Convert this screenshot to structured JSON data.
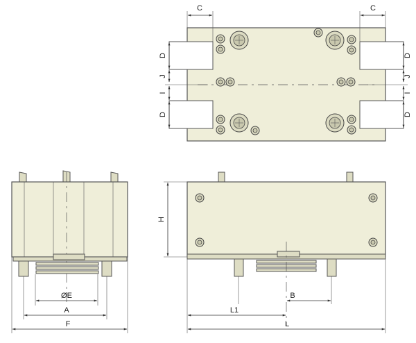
{
  "labels": {
    "c_top_left": "C",
    "c_top_right": "C",
    "d_left_top": "D",
    "j_left": "J",
    "i_left": "I",
    "d_left_bottom": "D",
    "d_right_top": "D",
    "j_right": "J",
    "i_right": "I",
    "d_right_bottom": "D",
    "diameter_e": "ØE",
    "a": "A",
    "f": "F",
    "h": "H",
    "l1": "L1",
    "b": "B",
    "l": "L"
  },
  "colors": {
    "body": "#efeed9",
    "line": "#333333"
  }
}
